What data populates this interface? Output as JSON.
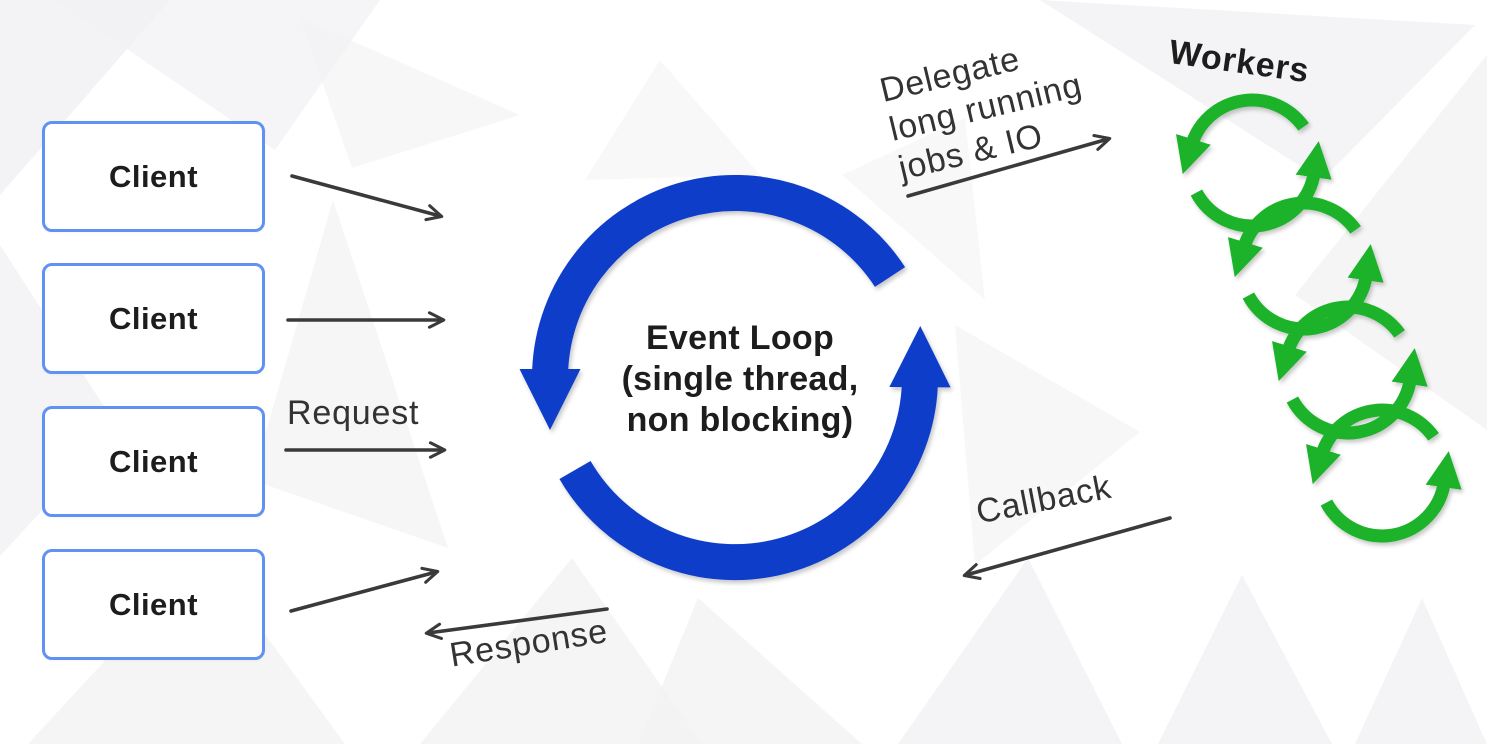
{
  "clients": [
    {
      "label": "Client"
    },
    {
      "label": "Client"
    },
    {
      "label": "Client"
    },
    {
      "label": "Client"
    }
  ],
  "event_loop": {
    "label": "Event Loop\n(single thread,\nnon blocking)"
  },
  "workers": {
    "title": "Workers",
    "count": 4
  },
  "flow_labels": {
    "request": "Request",
    "response": "Response",
    "delegate": "Delegate\nlong running\njobs & IO",
    "callback": "Callback"
  },
  "colors": {
    "event_loop_blue": "#0d3cc9",
    "client_border": "#5f92f3",
    "worker_green": "#1fb22b",
    "arrow_dark": "#3a3a3a",
    "text_dark": "#1d1d1d",
    "background": "#ffffff",
    "pattern_gray": "#f2f2f4"
  }
}
